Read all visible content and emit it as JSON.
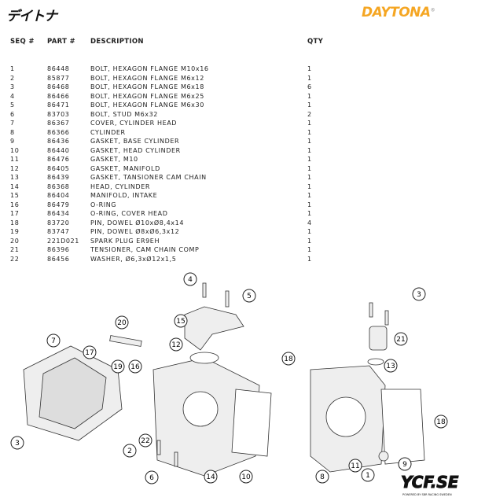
{
  "header": {
    "brand_jp": "デイトナ",
    "brand": "DAYTONA",
    "brand_mark": "®"
  },
  "columns": {
    "seq": "SEQ #",
    "part": "PART #",
    "desc": "DESCRIPTION",
    "qty": "QTY"
  },
  "rows": [
    {
      "seq": "1",
      "part": "86448",
      "desc": "BOLT, HEXAGON FLANGE M10x16",
      "qty": "1"
    },
    {
      "seq": "2",
      "part": "85877",
      "desc": "BOLT, HEXAGON FLANGE M6x12",
      "qty": "1"
    },
    {
      "seq": "3",
      "part": "86468",
      "desc": "BOLT, HEXAGON FLANGE M6x18",
      "qty": "6"
    },
    {
      "seq": "4",
      "part": "86466",
      "desc": "BOLT, HEXAGON FLANGE M6x25",
      "qty": "1"
    },
    {
      "seq": "5",
      "part": "86471",
      "desc": "BOLT, HEXAGON FLANGE M6x30",
      "qty": "1"
    },
    {
      "seq": "6",
      "part": "83703",
      "desc": "BOLT, STUD M6x32",
      "qty": "2"
    },
    {
      "seq": "7",
      "part": "86367",
      "desc": "COVER, CYLINDER HEAD",
      "qty": "1"
    },
    {
      "seq": "8",
      "part": "86366",
      "desc": "CYLINDER",
      "qty": "1"
    },
    {
      "seq": "9",
      "part": "86436",
      "desc": "GASKET, BASE CYLINDER",
      "qty": "1"
    },
    {
      "seq": "10",
      "part": "86440",
      "desc": "GASKET, HEAD CYLINDER",
      "qty": "1"
    },
    {
      "seq": "11",
      "part": "86476",
      "desc": "GASKET, M10",
      "qty": "1"
    },
    {
      "seq": "12",
      "part": "86405",
      "desc": "GASKET, MANIFOLD",
      "qty": "1"
    },
    {
      "seq": "13",
      "part": "86439",
      "desc": "GASKET, TANSIONER CAM CHAIN",
      "qty": "1"
    },
    {
      "seq": "14",
      "part": "86368",
      "desc": "HEAD, CYLINDER",
      "qty": "1"
    },
    {
      "seq": "15",
      "part": "86404",
      "desc": "MANIFOLD, INTAKE",
      "qty": "1"
    },
    {
      "seq": "16",
      "part": "86479",
      "desc": "O-RING",
      "qty": "1"
    },
    {
      "seq": "17",
      "part": "86434",
      "desc": "O-RING, COVER HEAD",
      "qty": "1"
    },
    {
      "seq": "18",
      "part": "83720",
      "desc": "PIN, DOWEL Ø10xØ8,4x14",
      "qty": "4"
    },
    {
      "seq": "19",
      "part": "83747",
      "desc": "PIN, DOWEL Ø8xØ6,3x12",
      "qty": "1"
    },
    {
      "seq": "20",
      "part": "221D021",
      "desc": "SPARK PLUG ER9EH",
      "qty": "1"
    },
    {
      "seq": "21",
      "part": "86396",
      "desc": "TENSIONER, CAM CHAIN COMP",
      "qty": "1"
    },
    {
      "seq": "22",
      "part": "86456",
      "desc": "WASHER, Ø6,3xØ12x1,5",
      "qty": "1"
    }
  ],
  "diagram": {
    "callouts": [
      "4",
      "5",
      "3",
      "20",
      "15",
      "7",
      "17",
      "21",
      "12",
      "18",
      "13",
      "19",
      "16",
      "18",
      "3",
      "22",
      "2",
      "6",
      "14",
      "10",
      "8",
      "9",
      "11",
      "1"
    ],
    "footer_logo": "YCF.SE",
    "footer_tagline": "POWERED BY SBR RACING SWEDEN"
  }
}
